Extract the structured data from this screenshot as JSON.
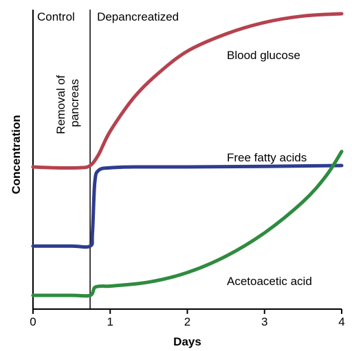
{
  "chart_data": {
    "type": "line",
    "title": "",
    "xlabel": "Days",
    "ylabel": "Concentration",
    "xlim": [
      0,
      4
    ],
    "ylim": [
      0,
      100
    ],
    "x_ticks": [
      "0",
      "1",
      "2",
      "3",
      "4"
    ],
    "grid": false,
    "event": {
      "x": 0.74,
      "label_lines": [
        "Removal of",
        "pancreas"
      ],
      "before_label": "Control",
      "after_label": "Depancreatized"
    },
    "series": [
      {
        "name": "Blood glucose",
        "color": "#b5434f",
        "x": [
          0,
          0.3,
          0.6,
          0.74,
          0.85,
          1.0,
          1.3,
          1.6,
          2.0,
          2.5,
          3.0,
          3.5,
          4.0
        ],
        "y": [
          45.6,
          45.3,
          45.3,
          46.1,
          50.0,
          58.3,
          70.0,
          78.3,
          86.7,
          92.8,
          96.9,
          99.2,
          100.0
        ]
      },
      {
        "name": "Free fatty acids",
        "color": "#2e3d8f",
        "x": [
          0,
          0.5,
          0.74,
          0.77,
          0.8,
          0.85,
          1.0,
          1.3,
          2.0,
          3.0,
          4.0
        ],
        "y": [
          17.5,
          17.5,
          17.5,
          22.0,
          40.0,
          44.4,
          45.3,
          45.6,
          45.6,
          45.8,
          46.1
        ]
      },
      {
        "name": "Acetoacetic acid",
        "color": "#2e8b3f",
        "x": [
          0,
          0.5,
          0.74,
          0.8,
          0.9,
          1.0,
          1.5,
          2.0,
          2.5,
          3.0,
          3.5,
          3.8,
          4.0
        ],
        "y": [
          0,
          0,
          0,
          2.8,
          3.3,
          3.3,
          4.7,
          8.1,
          13.9,
          22.2,
          33.3,
          42.5,
          51.1
        ]
      }
    ]
  }
}
